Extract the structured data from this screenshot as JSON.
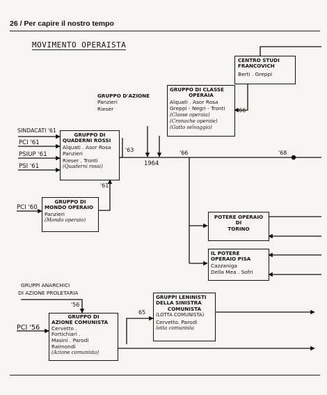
{
  "header": {
    "page_label": "26 / Per capire il nostro tempo"
  },
  "title": "MOVIMENTO OPERAISTA",
  "boxes": {
    "centro_studi": {
      "title_lines": [
        "CENTRO STUDI",
        "FRANCOVICH"
      ],
      "lines": [
        "Berti . Greppi"
      ]
    },
    "gruppo_azione": {
      "title_lines": [
        "GRUPPO D'AZIONE"
      ],
      "lines": [
        "Panzieri",
        "Rieser"
      ]
    },
    "classe_operaia": {
      "title_lines": [
        "GRUPPO DI CLASSE",
        "OPERAIA"
      ],
      "lines": [
        "Alquati . Asor Rosa",
        "Greppi - Negri - Tronti",
        "(Classe operaia)",
        "(Cronache operaie)",
        "(Gatto selvaggio)"
      ]
    },
    "quaderni_rossi": {
      "title_lines": [
        "GRUPPO DI",
        "QUADERNI ROSSI"
      ],
      "lines": [
        "Alquati . Asor Rosa",
        "Panzieri",
        "Rieser . Tronti",
        "(Quaderni rossi)"
      ]
    },
    "mondo_operaio": {
      "title_lines": [
        "GRUPPO DI",
        "MONDO OPERAIO"
      ],
      "lines": [
        "Panzieri",
        "(Mondo operaio)"
      ]
    },
    "potere_operaio_torino": {
      "title_lines": [
        "POTERE OPERAIO",
        "DI",
        "TORINO"
      ],
      "lines": []
    },
    "potere_operaio_pisa": {
      "title_lines": [
        "IL POTERE",
        "OPERAIO PISA"
      ],
      "lines": [
        "Cazzaniga",
        "Della Mea . Sofri"
      ]
    },
    "azione_comunista": {
      "title_lines": [
        "GRUPPO DI",
        "AZIONE COMUNISTA"
      ],
      "lines": [
        "Cervetto .",
        "Fortichiari .",
        "Masini . Parodi",
        "Raimondi",
        "(Azione comunista)"
      ]
    },
    "leninisti": {
      "title_lines": [
        "GRUPPI LENINISTI",
        "DELLA SINISTRA",
        "COMUNISTA"
      ],
      "lines": [
        "(LOTTA COMUNISTA)",
        "Cervetto. Parodi",
        "lotta comunista"
      ]
    }
  },
  "labels": {
    "sindacati": "SINDACATI '61",
    "pci_61": "PCI '61",
    "psiup_61": "PSIUP '61",
    "psi_61": "PSI '61",
    "pci_60": "PCI '60",
    "pci_56": "PCI '56",
    "anarchici_1": "GRUPPI ANARCHICI",
    "anarchici_2": "DI AZIONE PROLETARIA",
    "y61": "'61",
    "y63": "'63",
    "y1964": "1964",
    "y66a": "'66",
    "y66b": "'66",
    "y68": "'68",
    "y56": "'56",
    "y65": "65"
  }
}
